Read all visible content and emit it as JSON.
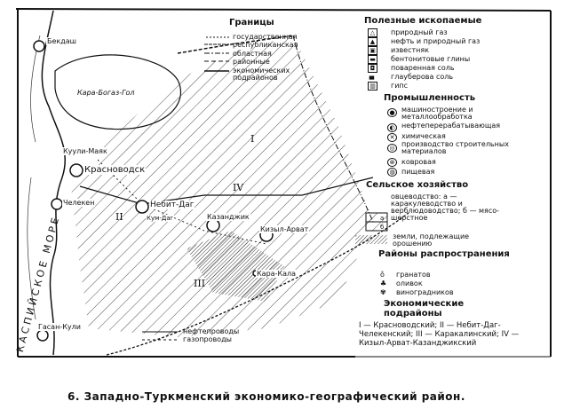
{
  "caption": "6. Западно-Туркменский экономико-географический район.",
  "sea_label": "КАСПИЙСКОЕ МОРЕ",
  "borders": {
    "title": "Границы",
    "items": [
      "государственная",
      "республиканская",
      "областная",
      "районные",
      "экономических подрайонов"
    ]
  },
  "minerals": {
    "title": "Полезные ископаемые",
    "items": [
      "природный газ",
      "нефть и природный газ",
      "известняк",
      "бентонитовые глины",
      "поваренная соль",
      "глауберова соль",
      "гипс"
    ]
  },
  "industry": {
    "title": "Промышленность",
    "items": [
      "машиностроение и металлообработка",
      "нефтеперерабатывающая",
      "химическая",
      "производство строительных материалов",
      "ковровая",
      "пищевая"
    ]
  },
  "agriculture": {
    "title": "Сельское хозяйство",
    "sheep": "овцеводство: а — каракулеводство и верблюдоводство; б — мясо-шерстное",
    "a": "а",
    "b": "б",
    "irrigation": "земли, подлежащие орошению"
  },
  "distribution": {
    "title": "Районы распространения",
    "items": [
      "гранатов",
      "оливок",
      "виноградников"
    ]
  },
  "subregions": {
    "title": "Экономические подрайоны",
    "text": "I — Красноводский; II — Небит-Даг-Челекенский; III — Каракалинский; IV — Кизыл-Арват-Казанджикский"
  },
  "pipelines": [
    "нефтепроводы",
    "газопроводы"
  ],
  "cities": [
    "Бекдаш",
    "Кара-Богаз-Гол",
    "Куули-Маяк",
    "Красноводск",
    "Челекен",
    "Небит-Даг",
    "Кум-Даг",
    "Казанджик",
    "Кизыл-Арват",
    "Кара-Кала",
    "Гасан-Кули"
  ],
  "region_numerals": [
    "I",
    "II",
    "III",
    "IV"
  ]
}
